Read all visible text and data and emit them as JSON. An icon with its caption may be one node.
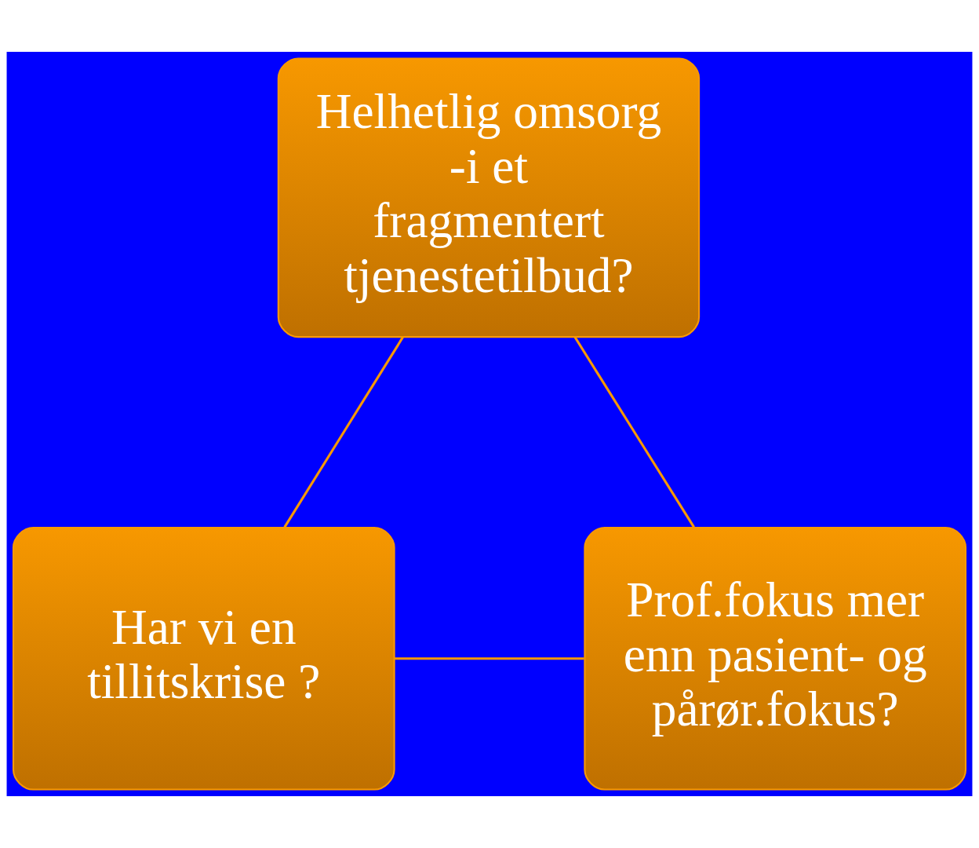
{
  "diagram": {
    "nodes": [
      {
        "text": [
          "Helhetlig omsorg -i et fragmentert tjenestetilbud?"
        ]
      },
      {
        "text": [
          "Prof.fokus mer enn pasient- og pårør.fokus?"
        ]
      },
      {
        "text": [
          "Har vi en tillitskrise ?"
        ]
      }
    ],
    "edges": [
      {
        "from": 0,
        "to": 2,
        "arrow": "none"
      },
      {
        "from": 2,
        "to": 1,
        "arrow": "none"
      },
      {
        "from": 1,
        "to": 0,
        "arrow": "none"
      }
    ]
  }
}
